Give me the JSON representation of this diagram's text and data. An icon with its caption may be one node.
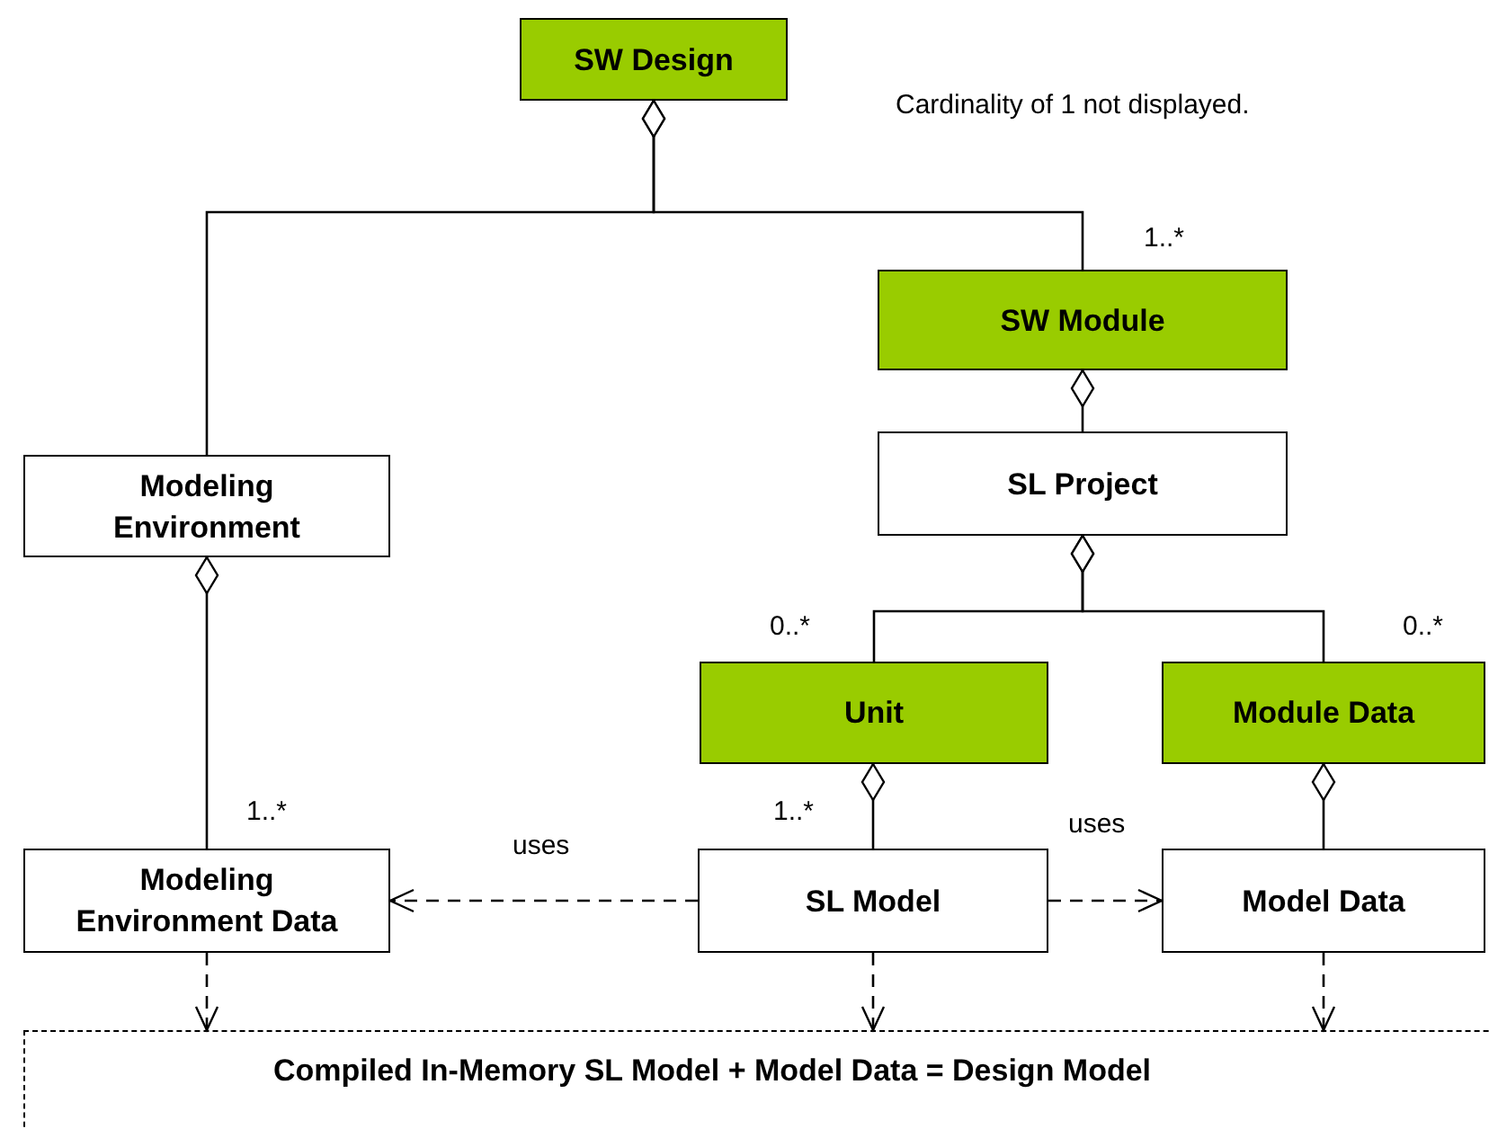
{
  "diagram": {
    "nodes": [
      {
        "text": [
          "SW Design"
        ]
      },
      {
        "text": [
          "SW Module"
        ]
      },
      {
        "text": [
          "Modeling Environment"
        ]
      },
      {
        "text": [
          "SL Project"
        ]
      },
      {
        "text": [
          "Unit"
        ]
      },
      {
        "text": [
          "Module Data"
        ]
      },
      {
        "text": [
          "Modeling Environment Data"
        ]
      },
      {
        "text": [
          "SL Model"
        ]
      },
      {
        "text": [
          "Model Data"
        ]
      },
      {
        "text": [
          "Compiled In-Memory SL Model + Model Data = Design Model"
        ]
      }
    ],
    "edges": [
      {
        "from": 0,
        "to": 2,
        "arrow": "other"
      },
      {
        "from": 0,
        "to": 1,
        "arrow": "other",
        "label": "1..*"
      },
      {
        "from": 1,
        "to": 3,
        "arrow": "other"
      },
      {
        "from": 3,
        "to": 4,
        "arrow": "other",
        "label": "0..*"
      },
      {
        "from": 3,
        "to": 5,
        "arrow": "other",
        "label": "0..*"
      },
      {
        "from": 2,
        "to": 6,
        "arrow": "other",
        "label": "1..*"
      },
      {
        "from": 4,
        "to": 7,
        "arrow": "other",
        "label": "1..*"
      },
      {
        "from": 5,
        "to": 8,
        "arrow": "other"
      },
      {
        "from": 7,
        "to": 6,
        "arrow": "to",
        "style": "dashed",
        "label": "uses"
      },
      {
        "from": 7,
        "to": 8,
        "arrow": "to",
        "style": "dashed",
        "label": "uses"
      },
      {
        "from": 6,
        "to": 9,
        "arrow": "to",
        "style": "dashed"
      },
      {
        "from": 7,
        "to": 9,
        "arrow": "to",
        "style": "dashed"
      },
      {
        "from": 8,
        "to": 9,
        "arrow": "to",
        "style": "dashed"
      }
    ],
    "labels": [
      "Cardinality of 1 not displayed."
    ]
  }
}
